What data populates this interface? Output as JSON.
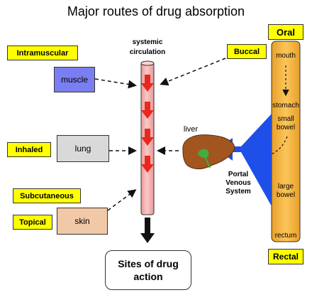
{
  "title": "Major routes of drug absorption",
  "labels": {
    "intramuscular": "Intramuscular",
    "inhaled": "Inhaled",
    "subcutaneous": "Subcutaneous",
    "topical": "Topical",
    "oral": "Oral",
    "buccal": "Buccal",
    "rectal": "Rectal"
  },
  "organs": {
    "muscle": "muscle",
    "lung": "lung",
    "skin": "skin",
    "liver": "liver"
  },
  "systemic": {
    "line1": "systemic",
    "line2": "circulation"
  },
  "gut": {
    "mouth": "mouth",
    "stomach": "stomach",
    "small_bowel_1": "small",
    "small_bowel_2": "bowel",
    "large_bowel_1": "large",
    "large_bowel_2": "bowel",
    "rectum": "rectum"
  },
  "portal": {
    "line1": "Portal",
    "line2": "Venous",
    "line3": "System"
  },
  "sites": {
    "line1": "Sites of drug",
    "line2": "action"
  },
  "colors": {
    "label_yellow": "#ffff00",
    "muscle_box": "#7b7ef0",
    "lung_box": "#d9d9d9",
    "skin_box": "#f2c9a6",
    "vessel": "#f7b0b0",
    "flow_arrow": "#e8281e",
    "gut_tube": "#f6b33a",
    "liver": "#a2551e",
    "portal_arrow": "#1e4fe8"
  }
}
